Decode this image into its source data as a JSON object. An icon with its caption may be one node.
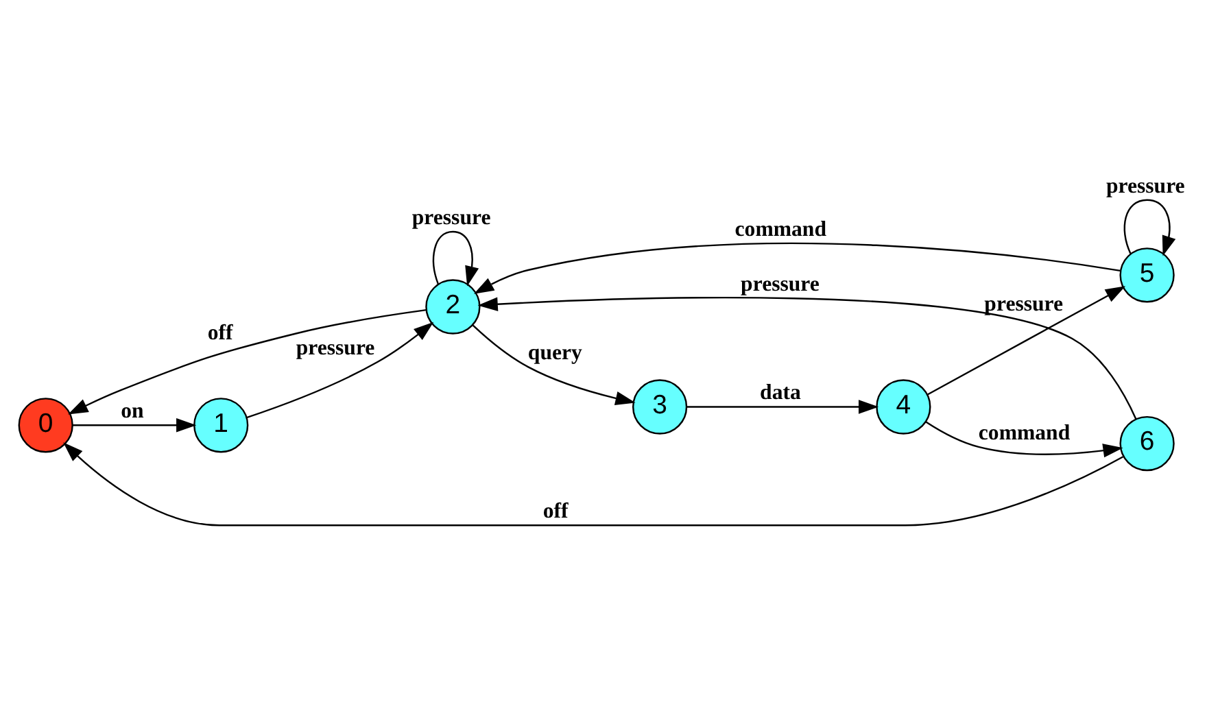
{
  "diagram": {
    "nodes": [
      {
        "text": [
          "0"
        ]
      },
      {
        "text": [
          "1"
        ]
      },
      {
        "text": [
          "2"
        ]
      },
      {
        "text": [
          "3"
        ]
      },
      {
        "text": [
          "4"
        ]
      },
      {
        "text": [
          "5"
        ]
      },
      {
        "text": [
          "6"
        ]
      }
    ],
    "edges": [
      {
        "from": 0,
        "to": 1,
        "arrow": "to",
        "label": "on"
      },
      {
        "from": 1,
        "to": 2,
        "arrow": "to",
        "label": "pressure"
      },
      {
        "from": 2,
        "to": 2,
        "arrow": "to",
        "label": "pressure"
      },
      {
        "from": 2,
        "to": 3,
        "arrow": "to",
        "label": "query"
      },
      {
        "from": 3,
        "to": 4,
        "arrow": "to",
        "label": "data"
      },
      {
        "from": 4,
        "to": 5,
        "arrow": "to",
        "label": "pressure"
      },
      {
        "from": 5,
        "to": 5,
        "arrow": "to",
        "label": "pressure"
      },
      {
        "from": 4,
        "to": 6,
        "arrow": "to",
        "label": "command"
      },
      {
        "from": 2,
        "to": 0,
        "arrow": "to",
        "label": "off"
      },
      {
        "from": 5,
        "to": 2,
        "arrow": "to",
        "label": "command"
      },
      {
        "from": 6,
        "to": 2,
        "arrow": "to",
        "label": "pressure"
      },
      {
        "from": 6,
        "to": 0,
        "arrow": "to",
        "label": "off"
      }
    ]
  }
}
